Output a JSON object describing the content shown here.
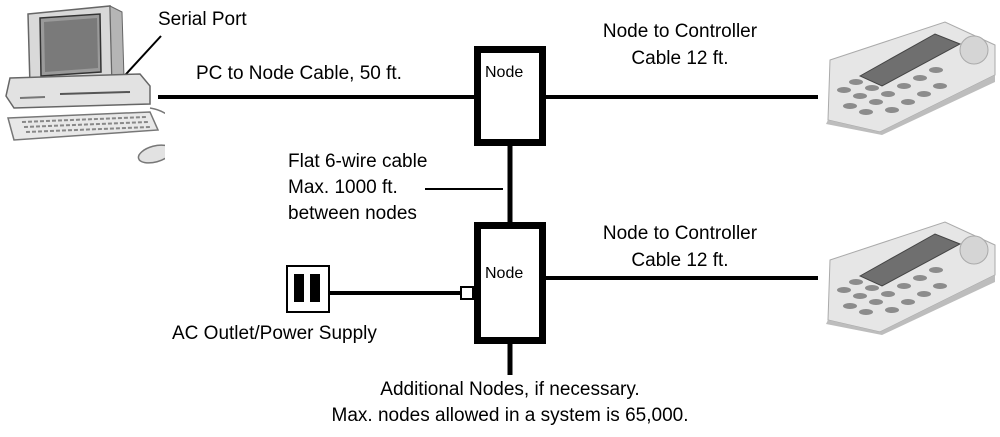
{
  "labels": {
    "serial_port": "Serial Port",
    "pc_cable": "PC to Node Cable, 50 ft.",
    "node_top": "Node",
    "node_bottom": "Node",
    "ctrl_cable_top_1": "Node to Controller",
    "ctrl_cable_top_2": "Cable 12 ft.",
    "ctrl_cable_bottom_1": "Node to Controller",
    "ctrl_cable_bottom_2": "Cable 12 ft.",
    "flat_cable_1": "Flat 6-wire cable",
    "flat_cable_2": "Max. 1000 ft.",
    "flat_cable_3": "between nodes",
    "ac_outlet": "AC Outlet/Power Supply",
    "additional_1": "Additional Nodes, if necessary.",
    "additional_2": "Max. nodes allowed in a system is 65,000."
  },
  "icons": {
    "pc": "desktop-computer-icon",
    "controller": "keypad-controller-icon",
    "outlet": "ac-outlet-icon"
  },
  "colors": {
    "line": "#000000",
    "device": "#e6e6e6",
    "device_shade": "#bdbdbd"
  }
}
